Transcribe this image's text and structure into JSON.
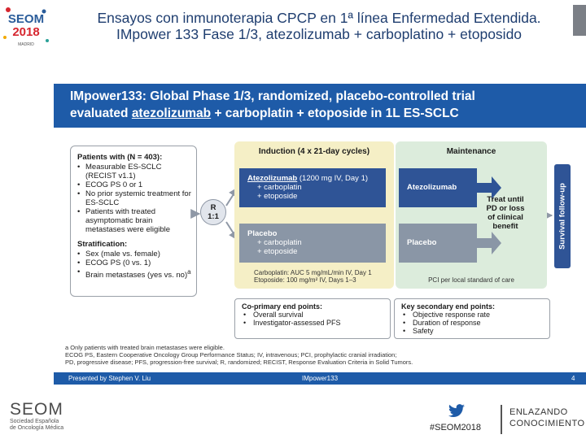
{
  "logo": {
    "line1": "SEOM",
    "line2": "2018",
    "city": "MADRID"
  },
  "header": {
    "title_line1": "Ensayos con inmunoterapia  CPCP en 1ª línea Enfermedad Extendida.",
    "title_line2": "IMpower 133 Fase 1/3, atezolizumab + carboplatino + etoposido"
  },
  "slide": {
    "title_line1": "IMpower133: Global Phase 1/3, randomized, placebo-controlled trial",
    "title_line2_prefix": "evaluated ",
    "title_line2_drug": "atezolizumab",
    "title_line2_suffix": " + carboplatin + etoposide in 1L ES-SCLC",
    "patients": {
      "heading": "Patients with (N = 403):",
      "items": [
        "Measurable ES-SCLC (RECIST v1.1)",
        "ECOG PS 0 or 1",
        "No prior systemic treatment for ES-SCLC",
        "Patients with treated asymptomatic brain metastases were eligible"
      ],
      "strat_heading": "Stratification:",
      "strat_items": [
        "Sex (male vs. female)",
        "ECOG PS (0 vs. 1)",
        "Brain metastases (yes vs. no)"
      ],
      "footnote_mark": "a"
    },
    "randomization": {
      "line1": "R",
      "line2": "1:1"
    },
    "induction": {
      "label": "Induction (4 x 21-day cycles)",
      "arm1_drug": "Atezolizumab",
      "arm1_dose": " (1200 mg IV, Day 1)",
      "arm1_l2": "+ carboplatin",
      "arm1_l3": "+ etoposide",
      "arm2_l1": "Placebo",
      "arm2_l2": "+ carboplatin",
      "arm2_l3": "+ etoposide",
      "dose_note1": "Carboplatin: AUC 5 mg/mL/min IV, Day 1",
      "dose_note2": "Etoposide: 100 mg/m² IV, Days 1–3"
    },
    "maintenance": {
      "label": "Maintenance",
      "arm1": "Atezolizumab",
      "arm2": "Placebo",
      "treat": [
        "Treat until",
        "PD or loss",
        "of clinical",
        "benefit"
      ],
      "pci_note": "PCI per local standard of care"
    },
    "survival": "Survival follow-up",
    "primary": {
      "heading": "Co-primary end points:",
      "items": [
        "Overall survival",
        "Investigator-assessed PFS"
      ]
    },
    "secondary": {
      "heading": "Key secondary end points:",
      "items": [
        "Objective response rate",
        "Duration of response",
        "Safety"
      ]
    },
    "footnotes": [
      "a Only patients with treated brain metastases were eligible.",
      "ECOG PS, Eastern Cooperative Oncology Group Performance Status; IV, intravenous; PCI, prophylactic cranial irradiation;",
      "PD, progressive disease; PFS, progression-free survival; R, randomized; RECIST, Response Evaluation Criteria in Solid Tumors."
    ],
    "footer": {
      "presenter": "Presented by Stephen V. Liu",
      "study": "IMpower133",
      "page": "4"
    }
  },
  "bottom": {
    "org": "SEOM",
    "org_sub1": "Sociedad Española",
    "org_sub2": "de Oncología Médica",
    "hashtag": "#SEOM2018",
    "tagline1": "ENLAZANDO",
    "tagline2": "CONOCIMIENTO"
  },
  "colors": {
    "navy": "#1e5ba8",
    "arm_blue": "#2f5496",
    "arm_gray": "#8a96a6",
    "induction_bg": "#f5efc6",
    "maintenance_bg": "#dcecdc",
    "seom_red": "#d6262f",
    "seom_blue": "#2a5c9a"
  }
}
